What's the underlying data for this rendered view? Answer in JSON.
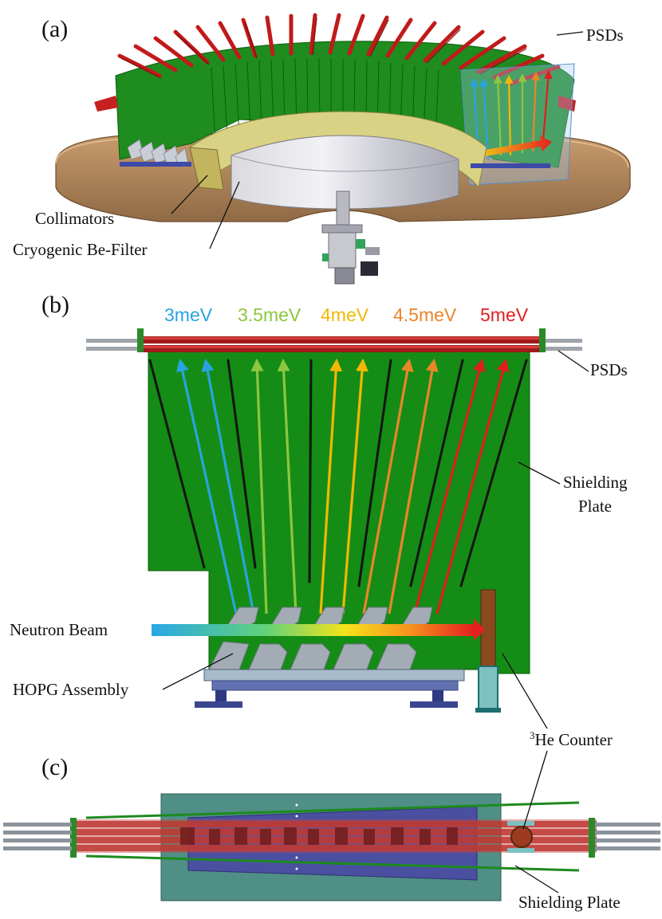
{
  "panels": {
    "a": "(a)",
    "b": "(b)",
    "c": "(c)"
  },
  "labels": {
    "psds_a": "PSDs",
    "collimators": "Collimators",
    "be_filter": "Cryogenic Be-Filter",
    "psds_b": "PSDs",
    "shielding_plate_line1": "Shielding",
    "shielding_plate_line2": "Plate",
    "neutron_beam": "Neutron Beam",
    "hopg_assembly": "HOPG Assembly",
    "he_counter_sup": "3",
    "he_counter_text": "He Counter",
    "shielding_plate_c": "Shielding Plate"
  },
  "energies": [
    {
      "label": "3meV",
      "color": "#29a3e0"
    },
    {
      "label": "3.5meV",
      "color": "#8dc63f"
    },
    {
      "label": "4meV",
      "color": "#f2b705"
    },
    {
      "label": "4.5meV",
      "color": "#e8862a"
    },
    {
      "label": "5meV",
      "color": "#e01e1e"
    }
  ],
  "colors": {
    "shield_green": "#1a8a1a",
    "psd_red": "#b51e1e",
    "base_brown": "#b78a5c",
    "hopg_grey": "#9aa3ad",
    "blade_black": "#1a1a1a",
    "counter_brown": "#8b4a1e",
    "shield_teal": "#4f8f86"
  }
}
